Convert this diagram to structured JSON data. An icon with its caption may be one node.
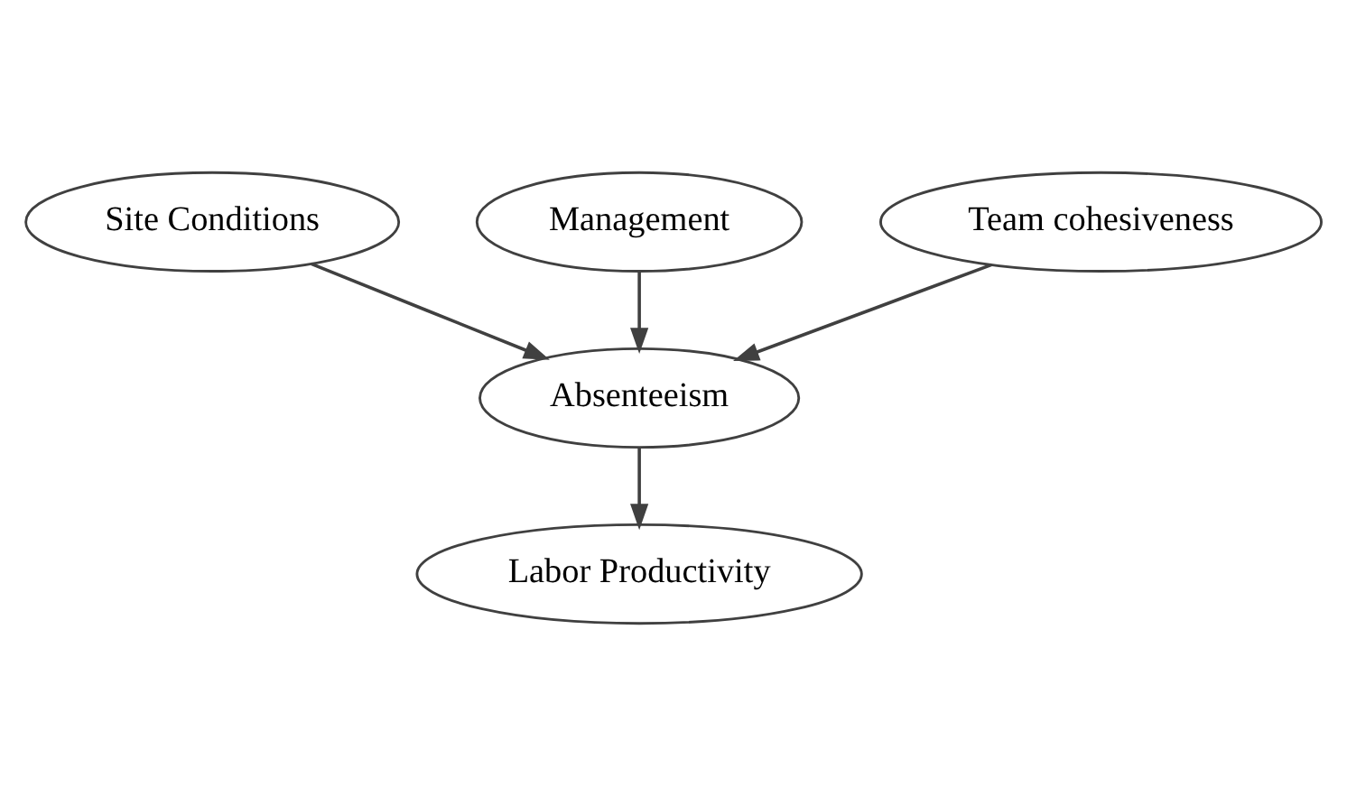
{
  "diagram": {
    "nodes": [
      {
        "text": [
          "Site Conditions"
        ]
      },
      {
        "text": [
          "Management"
        ]
      },
      {
        "text": [
          "Team cohesiveness"
        ]
      },
      {
        "text": [
          "Absenteeism"
        ]
      },
      {
        "text": [
          "Labor Productivity"
        ]
      }
    ],
    "edges": [
      {
        "from": 0,
        "to": 3,
        "arrow": "to"
      },
      {
        "from": 1,
        "to": 3,
        "arrow": "to"
      },
      {
        "from": 2,
        "to": 3,
        "arrow": "to"
      },
      {
        "from": 3,
        "to": 4,
        "arrow": "to"
      }
    ]
  }
}
